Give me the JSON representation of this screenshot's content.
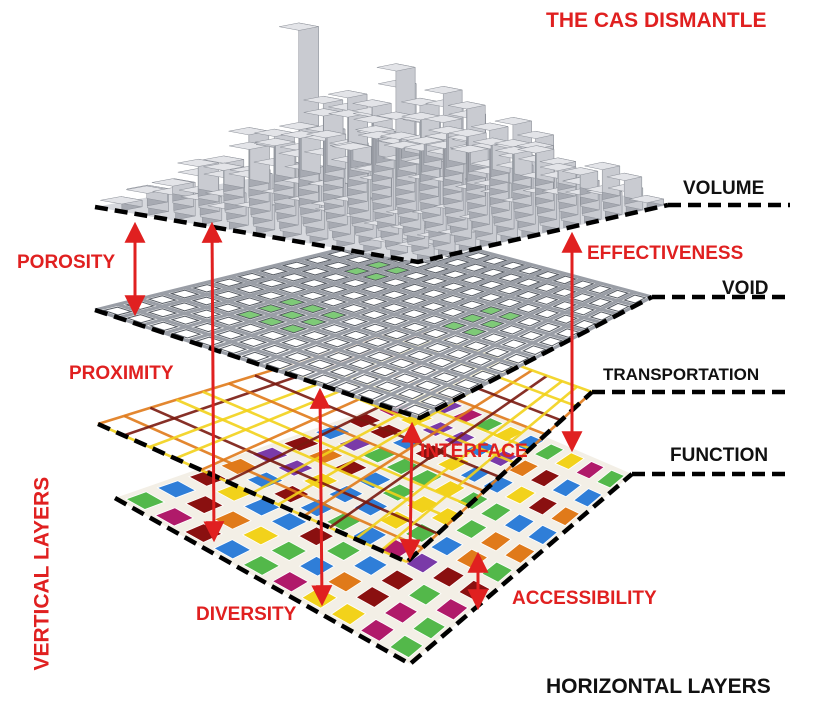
{
  "title": "THE CAS DISMANTLE",
  "horizontal_layers": {
    "label": "HORIZONTAL LAYERS",
    "items": [
      "VOLUME",
      "VOID",
      "TRANSPORTATION",
      "FUNCTION"
    ]
  },
  "vertical_layers": {
    "label": "VERTICAL LAYERS",
    "items": [
      "POROSITY",
      "EFFECTIVENESS",
      "PROXIMITY",
      "INTERFACE",
      "DIVERSITY",
      "ACCESSIBILITY"
    ]
  },
  "colors": {
    "accent_red": "#e02020",
    "text_black": "#111111",
    "buildings": "#b9bcc3",
    "road_yellow": "#f2d21b",
    "road_orange": "#e07a1a",
    "road_darkred": "#7a1a10",
    "green": "#53b84a",
    "blue": "#2f7ed8",
    "purple": "#7a3aa8",
    "maroon": "#8a1010",
    "magenta": "#b01a6a"
  }
}
